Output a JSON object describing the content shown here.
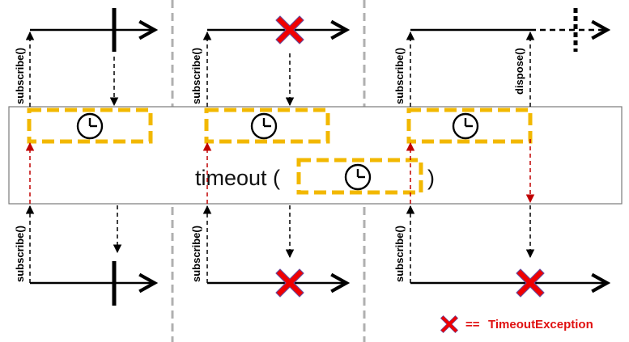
{
  "operator": {
    "open": "timeout (",
    "close": ")"
  },
  "labels": {
    "subscribe": "subscribe()",
    "dispose": "dispose()"
  },
  "legend": {
    "equals": "==",
    "text": "TimeoutException"
  },
  "colors": {
    "timer_box": "#f2b800",
    "error_x": "#f00000",
    "error_x_outline": "#6b4a9a",
    "subscribe_arrow": "#c00000",
    "separator": "#b0b0b0"
  },
  "icons": {
    "timer": "clock-icon",
    "error": "red-x-icon"
  },
  "scenarios": [
    {
      "name": "completes-before-timeout",
      "input_event": "completion",
      "output_event": "completion"
    },
    {
      "name": "source-errors",
      "input_event": "error",
      "output_event": "error"
    },
    {
      "name": "timeout-elapses",
      "input_event": "disposed",
      "output_event": "error"
    }
  ]
}
